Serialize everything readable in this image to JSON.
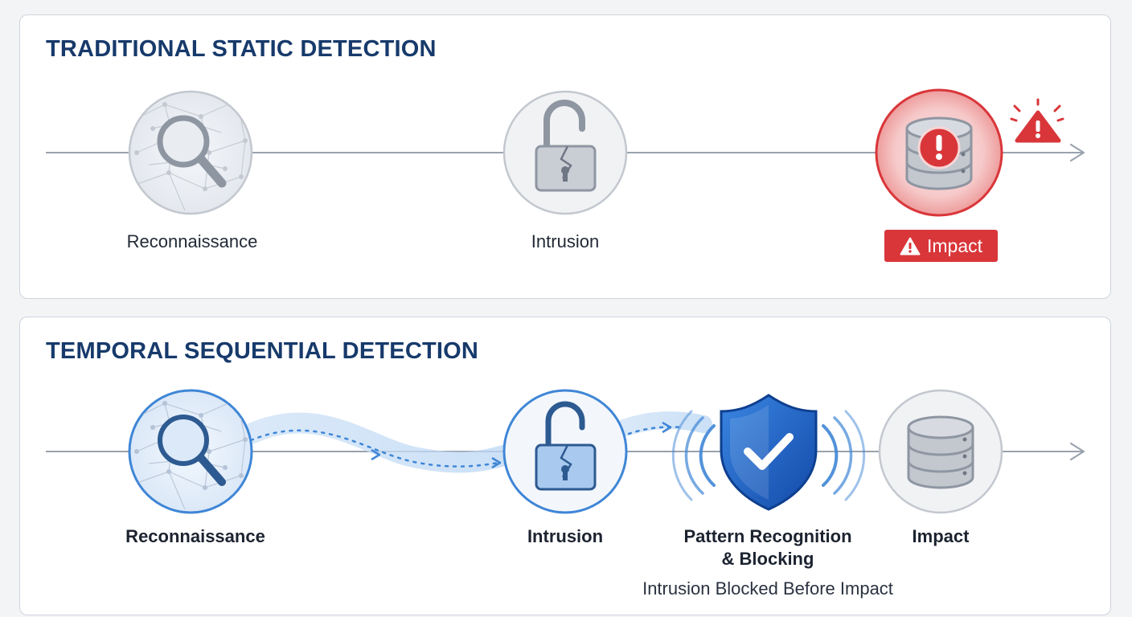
{
  "traditional": {
    "title": "TRADITIONAL STATIC DETECTION",
    "stages": {
      "reconnaissance": "Reconnaissance",
      "intrusion": "Intrusion"
    },
    "impact_badge": "Impact"
  },
  "temporal": {
    "title": "TEMPORAL SEQUENTIAL DETECTION",
    "stages": {
      "reconnaissance": "Reconnaissance",
      "intrusion": "Intrusion",
      "pattern_line1": "Pattern Recognition",
      "pattern_line2": "& Blocking",
      "impact": "Impact"
    },
    "caption": "Intrusion Blocked Before Impact"
  },
  "colors": {
    "title": "#173a6b",
    "timeline": "#9aa2ae",
    "alert_red": "#d9363a",
    "shield_blue": "#1f63c9",
    "flow_blue": "#3f86d6",
    "neutral_gray": "#b9bec7"
  },
  "icons": [
    "magnifier-icon",
    "broken-padlock-icon",
    "database-icon",
    "alert-icon",
    "warning-triangle-icon",
    "shield-check-icon"
  ]
}
